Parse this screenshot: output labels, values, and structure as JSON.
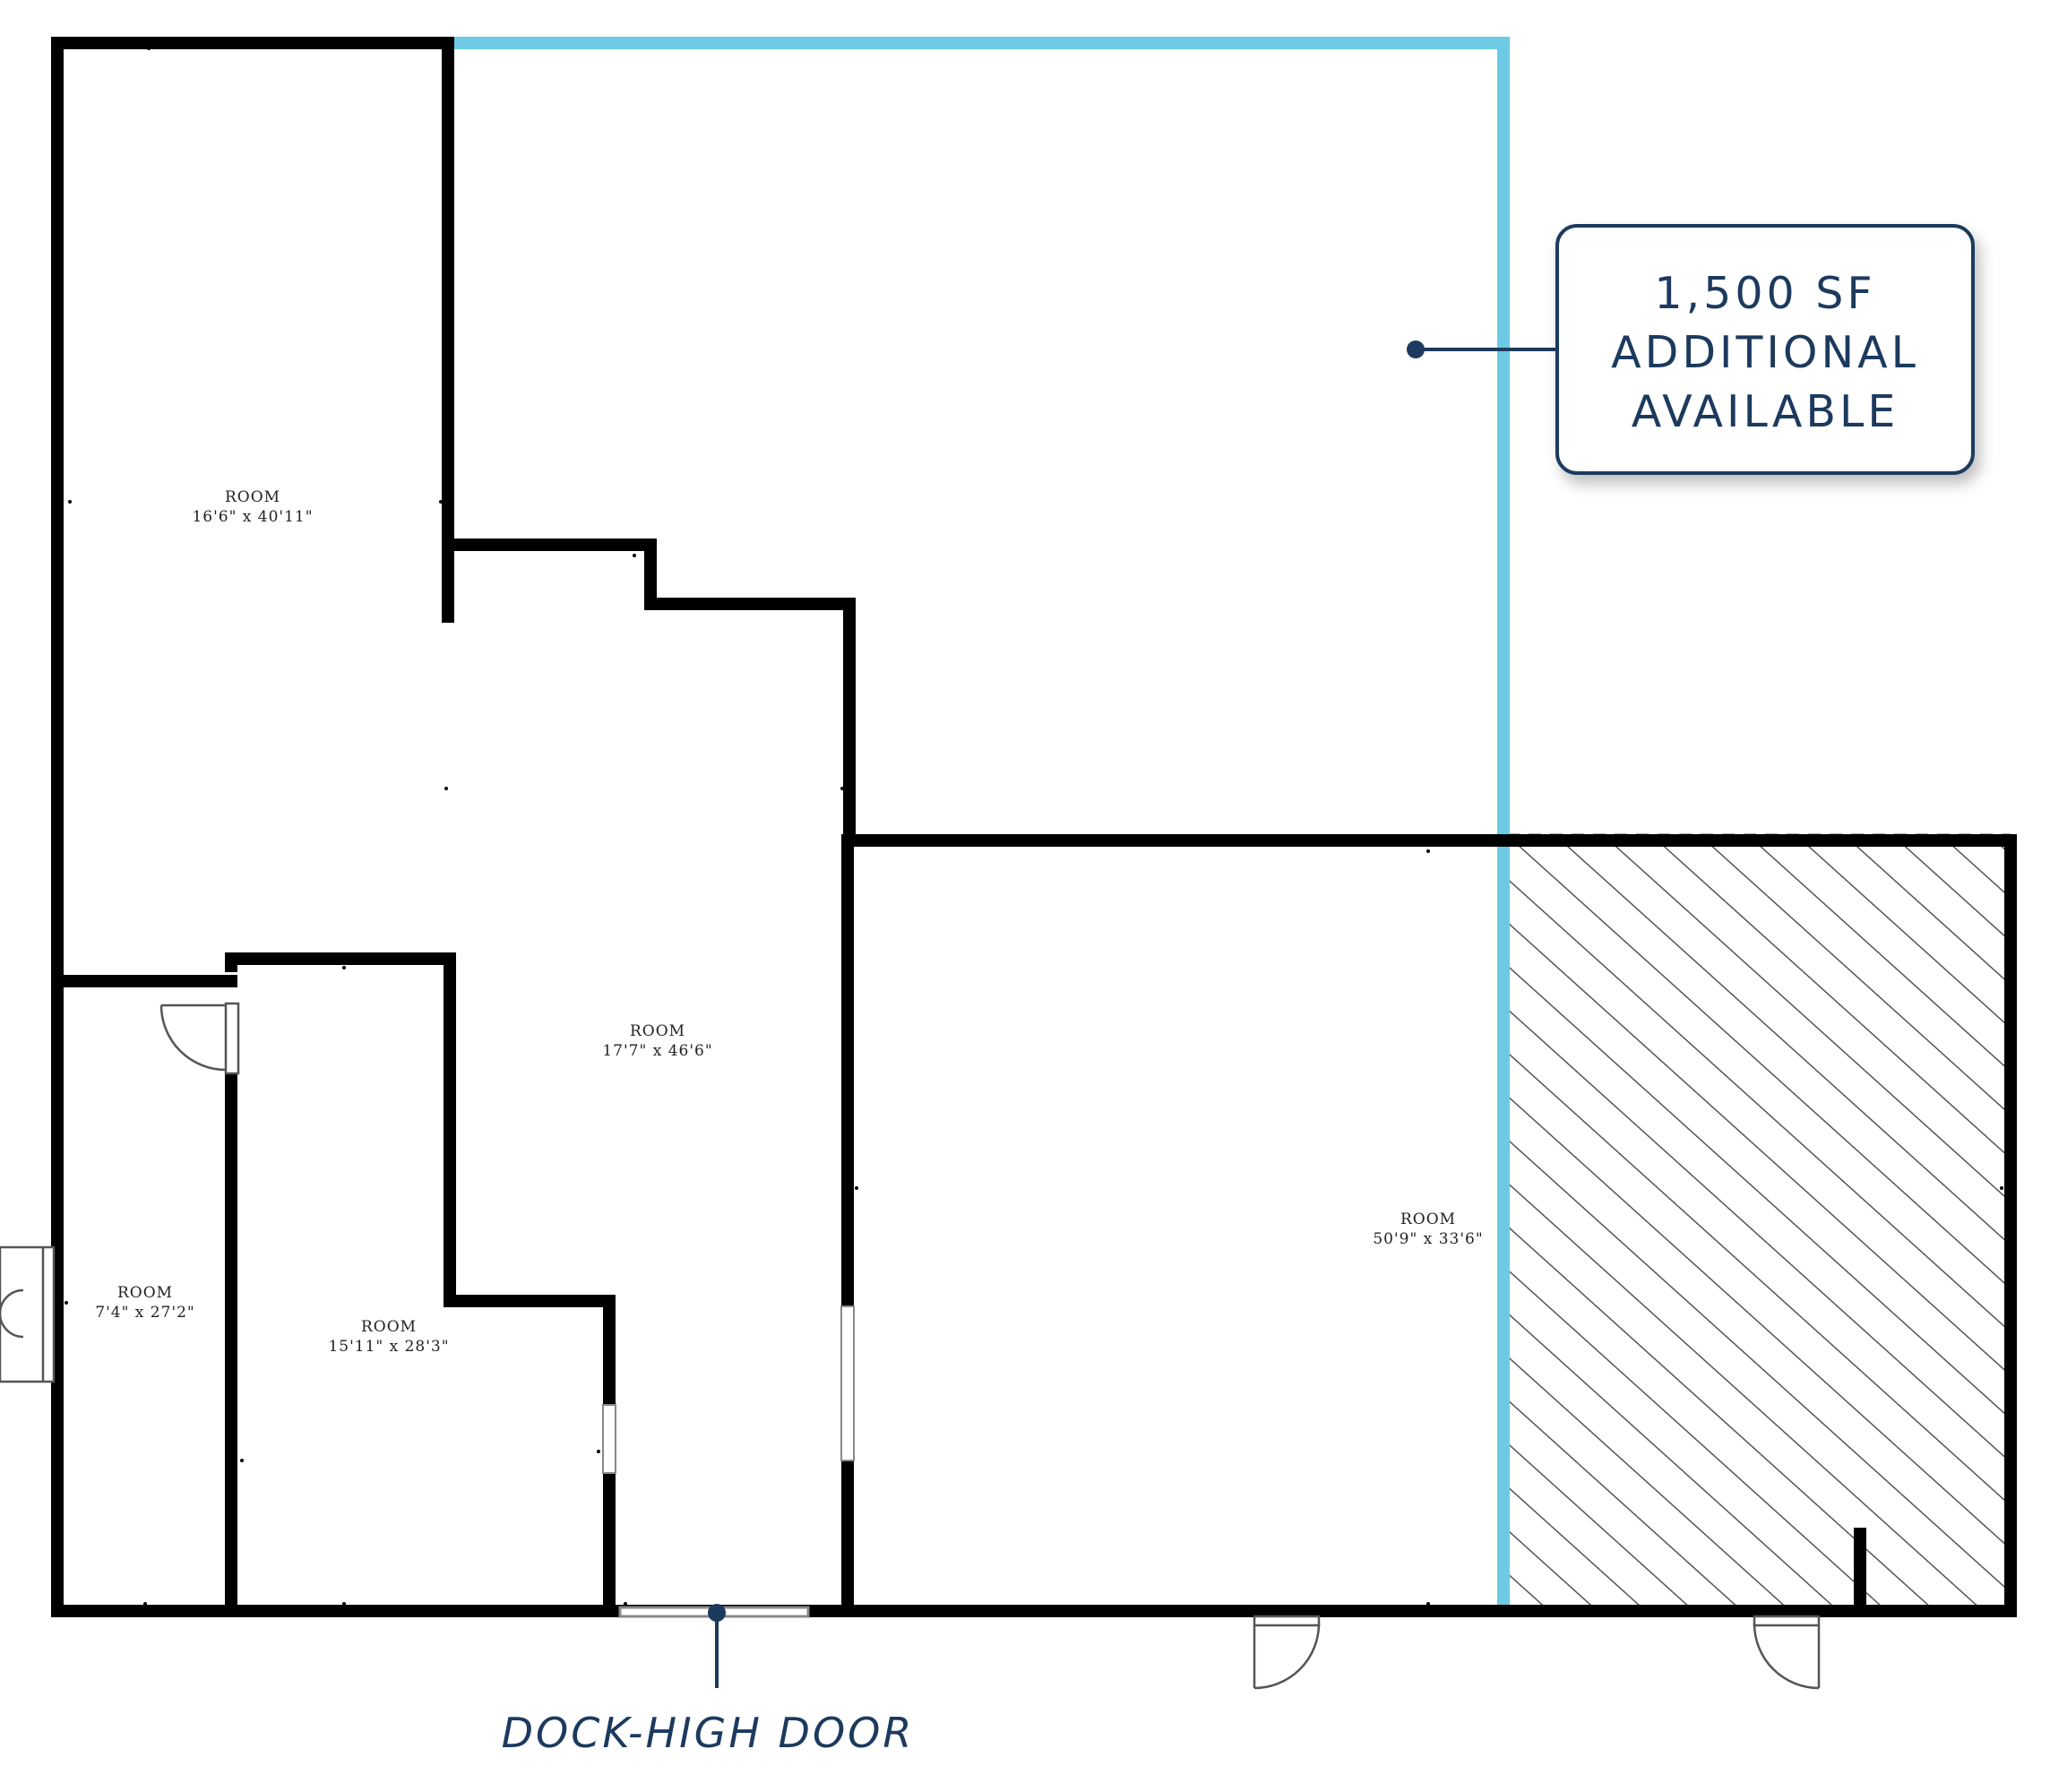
{
  "callout": {
    "line1": "1,500 SF",
    "line2": "ADDITIONAL",
    "line3": "AVAILABLE"
  },
  "dock_label": "DOCK-HIGH DOOR",
  "rooms": [
    {
      "name": "ROOM",
      "size": "16'6\" x 40'11\""
    },
    {
      "name": "ROOM",
      "size": "17'7\" x 46'6\""
    },
    {
      "name": "ROOM",
      "size": "50'9\" x 33'6\""
    },
    {
      "name": "ROOM",
      "size": "7'4\" x 27'2\""
    },
    {
      "name": "ROOM",
      "size": "15'11\" x 28'3\""
    }
  ],
  "colors": {
    "wall": "#000000",
    "additional_outline": "#6ecae4",
    "callout_text": "#1c3a5e",
    "hatch": "#555555"
  }
}
